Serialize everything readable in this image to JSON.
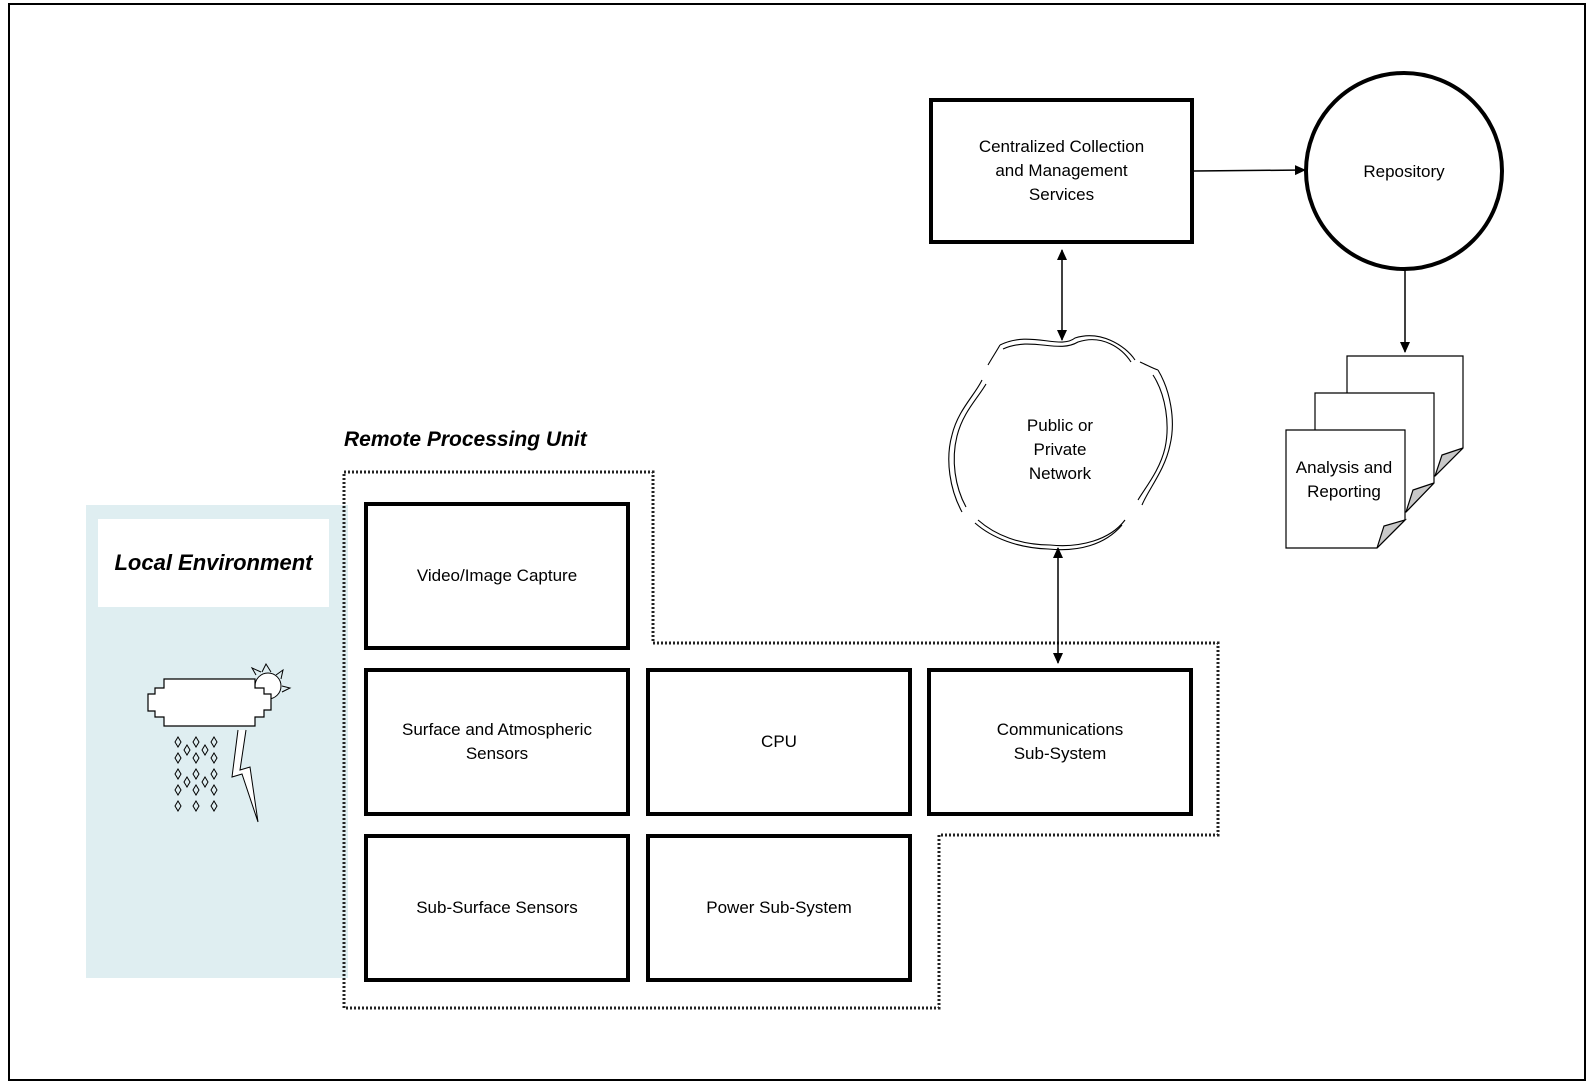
{
  "diagram": {
    "remote_processing_unit": {
      "title": "Remote Processing Unit"
    },
    "local_environment": {
      "title": "Local Environment",
      "icon": "weather-icon"
    },
    "nodes": {
      "video_capture": "Video/Image Capture",
      "surface_sensors": "Surface and Atmospheric Sensors",
      "cpu": "CPU",
      "communications": "Communications Sub-System",
      "subsurface_sensors": "Sub-Surface Sensors",
      "power": "Power Sub-System",
      "central_collection": "Centralized Collection and Management Services",
      "repository": "Repository",
      "network": "Public or Private Network",
      "analysis": "Analysis and Reporting"
    },
    "edges": [
      {
        "from": "Centralized Collection and Management Services",
        "to": "Repository",
        "direction": "one-way"
      },
      {
        "from": "Centralized Collection and Management Services",
        "to": "Public or Private Network",
        "direction": "two-way"
      },
      {
        "from": "Public or Private Network",
        "to": "Communications Sub-System",
        "direction": "two-way"
      },
      {
        "from": "Repository",
        "to": "Analysis and Reporting",
        "direction": "one-way"
      }
    ]
  }
}
